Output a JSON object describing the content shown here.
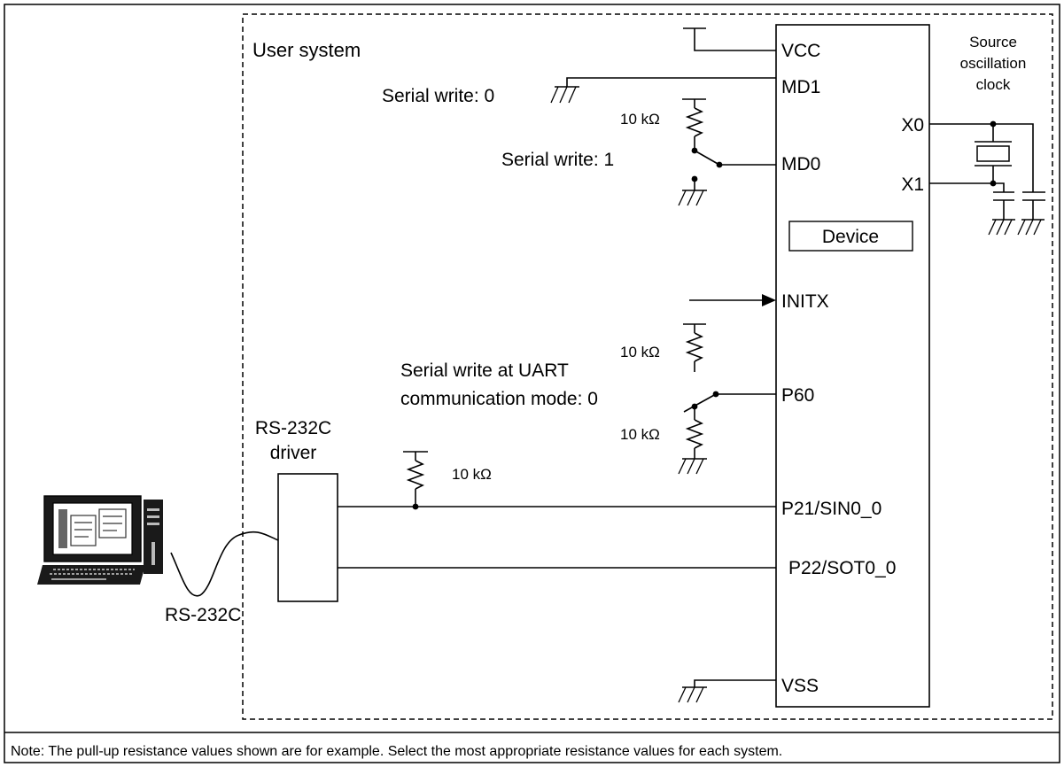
{
  "labels": {
    "user_system": "User system",
    "source_clock_line1": "Source",
    "source_clock_line2": "oscillation",
    "source_clock_line3": "clock",
    "serial_write_0": "Serial write: 0",
    "serial_write_1": "Serial write: 1",
    "uart_line1": "Serial write at UART",
    "uart_line2": "communication mode: 0",
    "rs232c_driver_line1": "RS-232C",
    "rs232c_driver_line2": "driver",
    "rs232c_cable": "RS-232C",
    "device": "Device",
    "res_md0": "10 kΩ",
    "res_p60_up": "10 kΩ",
    "res_p60_down": "10 kΩ",
    "res_sin": "10 kΩ"
  },
  "pins": {
    "vcc": "VCC",
    "md1": "MD1",
    "md0": "MD0",
    "x0": "X0",
    "x1": "X1",
    "initx": "INITX",
    "p60": "P60",
    "p21": "P21/SIN0_0",
    "p22": "P22/SOT0_0",
    "vss": "VSS"
  },
  "note": "Note: The pull-up resistance values shown are for example. Select the most appropriate resistance values for each system.",
  "colors": {
    "line": "#000000",
    "screen": "#1a1a1a",
    "background": "#ffffff"
  }
}
